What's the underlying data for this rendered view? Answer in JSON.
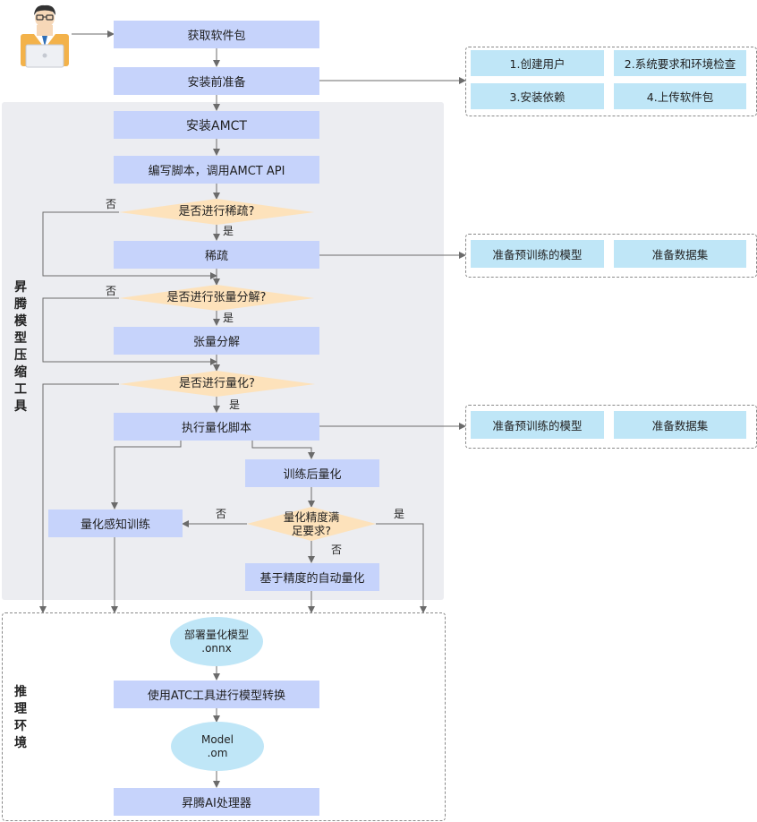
{
  "regions": {
    "compression_tool": "昇腾模型压缩工具",
    "inference_env": "推理环境"
  },
  "steps": {
    "get_package": "获取软件包",
    "pre_install": "安装前准备",
    "install_amct": "安装AMCT",
    "write_script": "编写脚本，调用AMCT API",
    "sparsify": "稀疏",
    "tensor_decomp": "张量分解",
    "run_quant_script": "执行量化脚本",
    "post_training_quant": "训练后量化",
    "qat": "量化感知训练",
    "auto_quant": "基于精度的自动量化",
    "atc_convert": "使用ATC工具进行模型转换",
    "ascend_processor": "昇腾AI处理器"
  },
  "decisions": {
    "sparsify_q": "是否进行稀疏?",
    "decomp_q": "是否进行张量分解?",
    "quant_q": "是否进行量化?",
    "accuracy_q_line1": "量化精度满",
    "accuracy_q_line2": "足要求?"
  },
  "outputs": {
    "deploy_model_line1": "部署量化模型",
    "deploy_model_line2": ".onnx",
    "om_model_line1": "Model",
    "om_model_line2": ".om"
  },
  "prep_tasks": {
    "create_user": "1.创建用户",
    "sys_check": "2.系统要求和环境检查",
    "install_deps": "3.安装依赖",
    "upload_package": "4.上传软件包"
  },
  "sparse_prep": {
    "pretrained_model": "准备预训练的模型",
    "dataset": "准备数据集"
  },
  "quant_prep": {
    "pretrained_model": "准备预训练的模型",
    "dataset": "准备数据集"
  },
  "branch_labels": {
    "yes": "是",
    "no": "否"
  },
  "colors": {
    "step_fill": "#c6d3fb",
    "decision_fill": "#fde2bb",
    "output_fill": "#bfe6f7",
    "region_fill": "#ecedf1",
    "line": "#6b6b6b"
  },
  "icons": [
    "user-at-laptop-icon"
  ]
}
